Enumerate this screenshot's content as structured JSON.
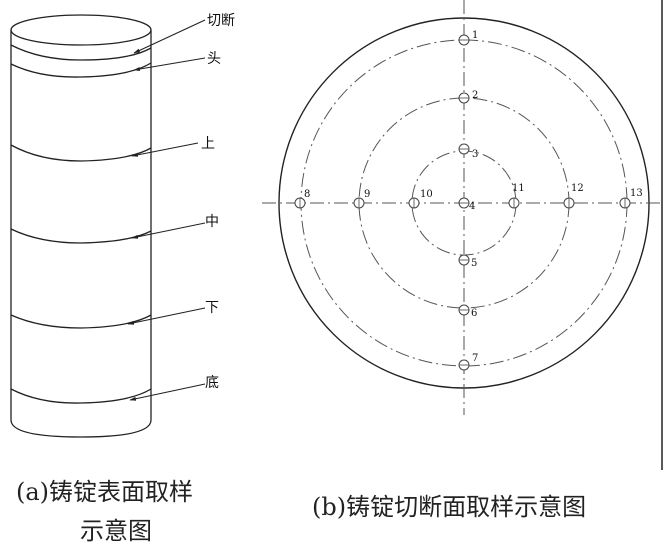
{
  "figure_a": {
    "caption_line1": "(a)铸锭表面取样",
    "caption_line2": "示意图",
    "labels": {
      "qieduan": "切断",
      "tou": "头",
      "shang": "上",
      "zhong": "中",
      "xia": "下",
      "di": "底"
    }
  },
  "figure_b": {
    "caption": "(b)铸锭切断面取样示意图",
    "points": [
      "1",
      "2",
      "3",
      "4",
      "5",
      "6",
      "7",
      "8",
      "9",
      "10",
      "11",
      "12",
      "13"
    ]
  },
  "colors": {
    "line": "#222222",
    "centerline": "#555555",
    "background": "#ffffff"
  }
}
